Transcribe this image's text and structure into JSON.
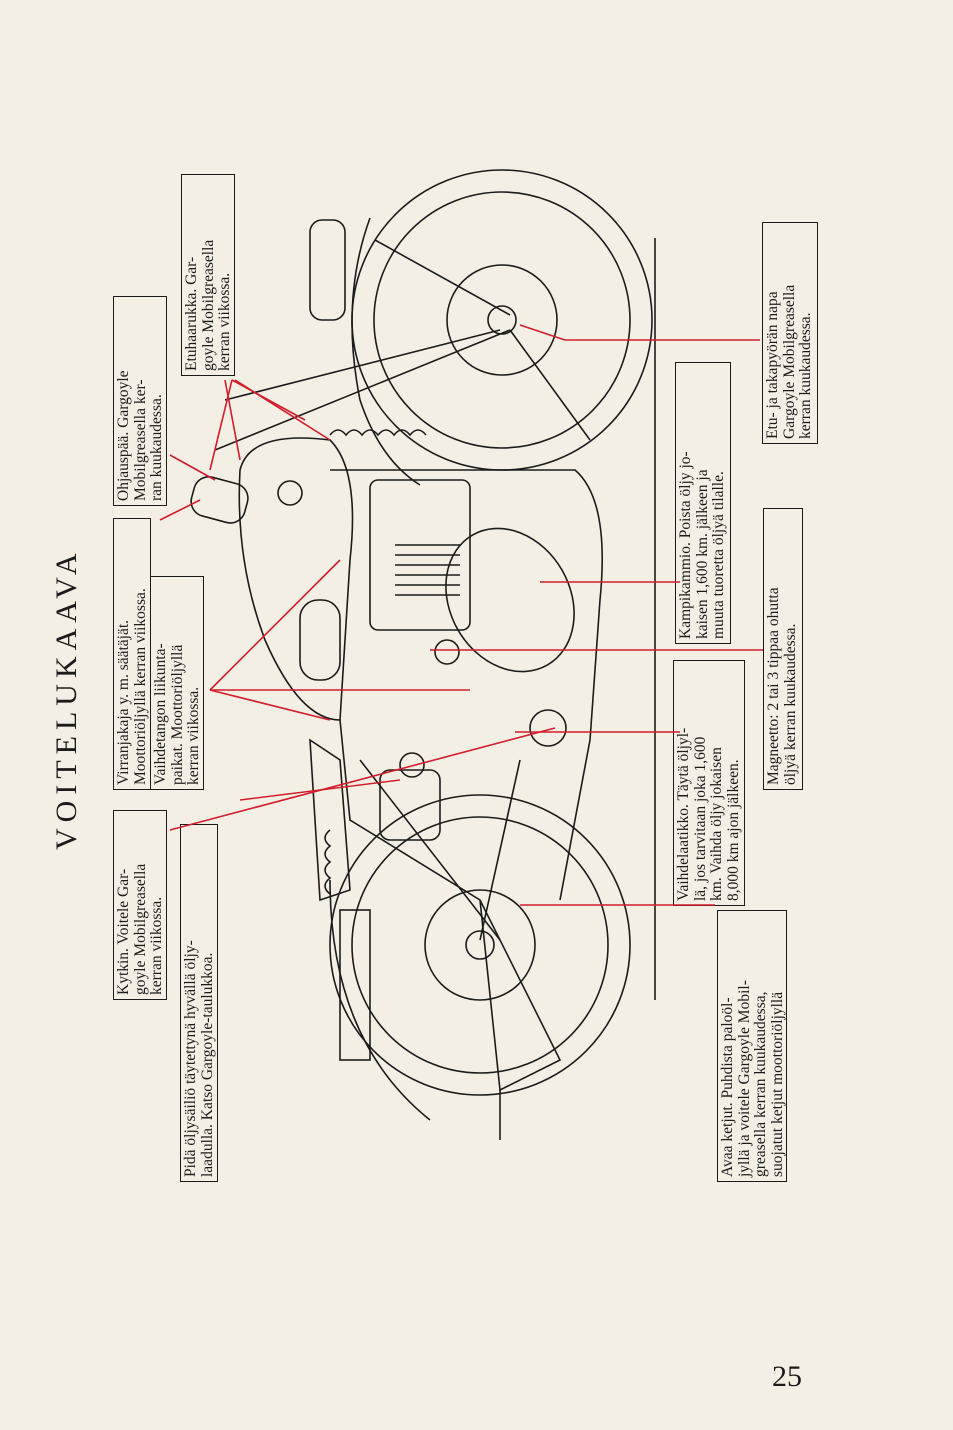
{
  "title": "VOITELUKAAVA",
  "page_number": "25",
  "labels": {
    "kytkin": [
      "Kytkin. Voitele Gar-",
      "goyle Mobilgreasella",
      "kerran viikossa."
    ],
    "virranjakaja": [
      "Virranjakaja y. m. säätäjät.",
      "Moottoriöljyllä kerran viikossa."
    ],
    "ohjauspaa": [
      "Ohjauspää. Gargoyle",
      "Mobilgreasella ker-",
      "ran kuukaudessa."
    ],
    "etuhaarukka": [
      "Etuhaarukka. Gar-",
      "goyle Mobilgreasella",
      "kerran viikossa."
    ],
    "oljysailio": [
      "Pidä öljysäiliö täytettynä hyvällä öljy-",
      "laadulla. Katso Gargoyle-taulukkoa."
    ],
    "vaihdetanko": [
      "Vaihdetangon liikunta-",
      "paikat. Moottoriöljyllä",
      "kerran viikossa."
    ],
    "ketjut": [
      "Avaa ketjut. Puhdista paloöl-",
      "jyllä ja voitele Gargoyle Mobil-",
      "greasella kerran kuukaudessa,",
      "suojatut ketjut moottoriöljyllä"
    ],
    "vaihdelaatikko": [
      "Vaihdelaatikko. Täytä öljyl-",
      "lä, jos tarvitaan joka 1,600",
      "km. Vaihda öljy jokaisen",
      "8,000 km ajon jälkeen."
    ],
    "kampikammio": [
      "Kampikammio. Poista öljy jo-",
      "kaisen 1,600 km. jälkeen ja",
      "muuta tuoretta öljyä tilalle."
    ],
    "magneetto": [
      "Magneetto: 2 tai 3 tippaa ohutta",
      "öljyä kerran kuukaudessa."
    ],
    "napa": [
      "Etu- ja takapyörän napa",
      "Gargoyle Mobilgreasella",
      "kerran kuukaudessa."
    ]
  },
  "colors": {
    "paper": "#f3efe4",
    "ink": "#1b1b1b",
    "leader": "#d21d2b"
  }
}
